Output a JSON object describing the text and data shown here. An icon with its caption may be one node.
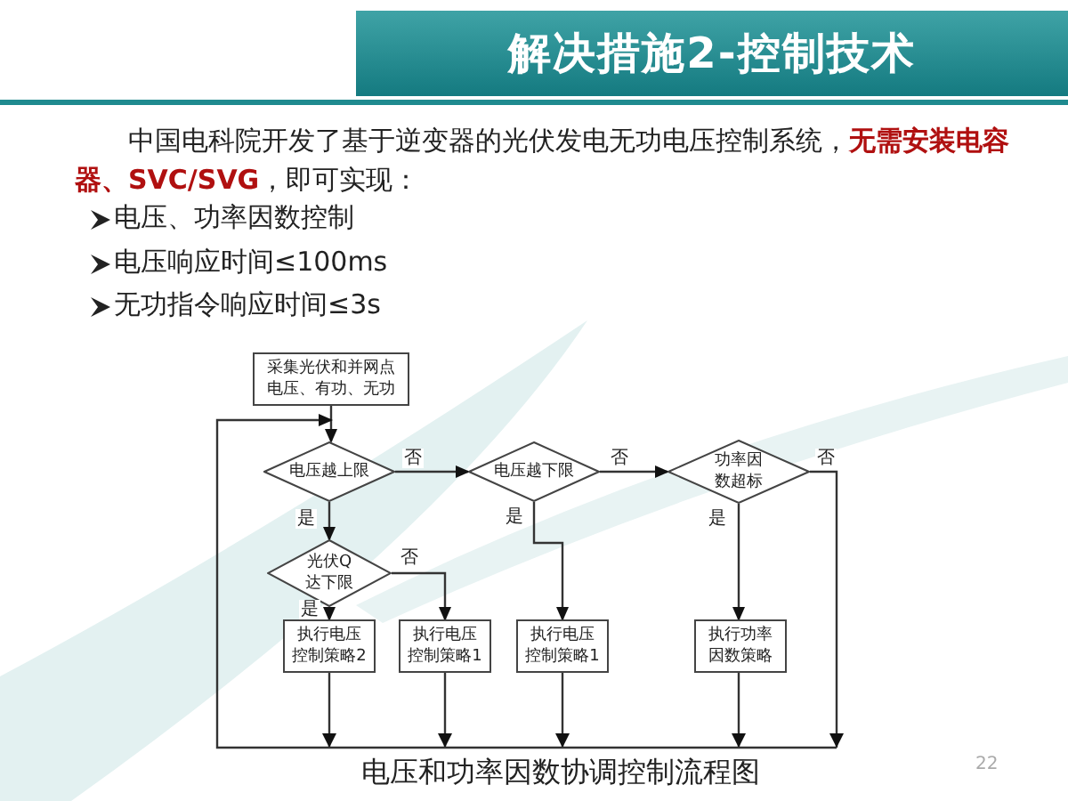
{
  "diagram": {
    "title": "解决措施2-控制技术",
    "caption": "电压和功率因数协调控制流程图",
    "nodes": [
      {
        "text": [
          "采集光伏和并网点电压、有功、无功"
        ]
      },
      {
        "text": [
          "电压越上限"
        ]
      },
      {
        "text": [
          "电压越下限"
        ]
      },
      {
        "text": [
          "功率因数超标"
        ]
      },
      {
        "text": [
          "光伏Q达下限"
        ]
      },
      {
        "text": [
          "执行电压控制策略2"
        ]
      },
      {
        "text": [
          "执行电压控制策略1"
        ]
      },
      {
        "text": [
          "执行电压控制策略1"
        ]
      },
      {
        "text": [
          "执行功率因数策略"
        ]
      }
    ],
    "edges": [
      {
        "from": 0,
        "to": 1,
        "arrow": "to"
      },
      {
        "from": 1,
        "to": 2,
        "arrow": "to",
        "label": "否"
      },
      {
        "from": 1,
        "to": 4,
        "arrow": "to",
        "label": "是"
      },
      {
        "from": 2,
        "to": 3,
        "arrow": "to",
        "label": "否"
      },
      {
        "from": 2,
        "to": 7,
        "arrow": "to",
        "label": "是"
      },
      {
        "from": 3,
        "to": 8,
        "arrow": "to",
        "label": "是"
      },
      {
        "from": 4,
        "to": 5,
        "arrow": "to",
        "label": "是"
      },
      {
        "from": 4,
        "to": 6,
        "arrow": "to",
        "label": "否"
      },
      {
        "from": 5,
        "to": 1,
        "arrow": "to"
      },
      {
        "from": 6,
        "to": 1,
        "arrow": "to"
      },
      {
        "from": 7,
        "to": 1,
        "arrow": "to"
      },
      {
        "from": 8,
        "to": 1,
        "arrow": "to"
      },
      {
        "from": 3,
        "to": 1,
        "arrow": "to",
        "label": "否"
      }
    ],
    "labels": [
      "中国电科院开发了基于逆变器的光伏发电无功电压控制系统，**无需安装电容器、SVC/SVG**，即可实现：",
      "电压、功率因数控制",
      "电压响应时间≤100ms",
      "无功指令响应时间≤3s",
      "22"
    ]
  }
}
